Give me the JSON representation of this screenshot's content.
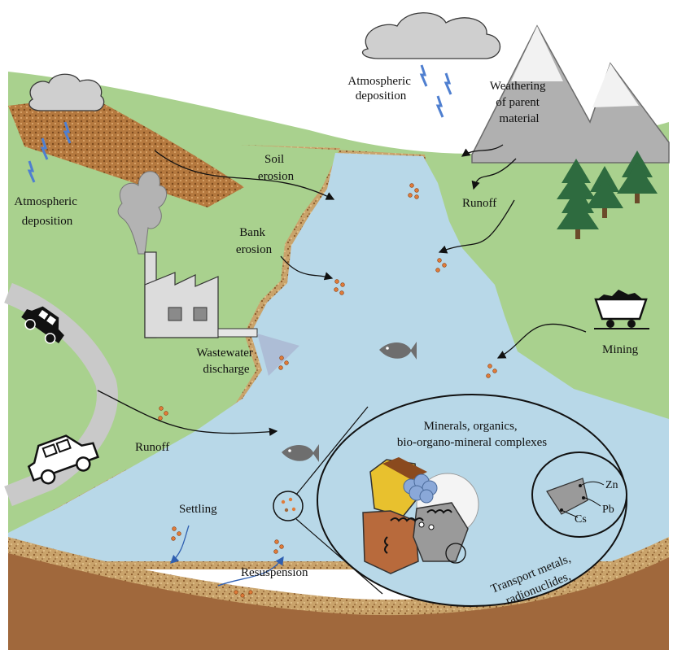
{
  "labels": {
    "atmospheric_deposition_top": [
      "Atmospheric",
      "deposition"
    ],
    "atmospheric_deposition_left": [
      "Atmospheric",
      "deposition"
    ],
    "weathering": [
      "Weathering",
      "of parent",
      "material"
    ],
    "soil_erosion": [
      "Soil",
      "erosion"
    ],
    "bank_erosion": [
      "Bank",
      "erosion"
    ],
    "runoff_right": "Runoff",
    "runoff_left": "Runoff",
    "wastewater": [
      "Wastewater",
      "discharge"
    ],
    "mining": "Mining",
    "settling": "Settling",
    "resuspension": "Resuspension",
    "minerals": [
      "Minerals, organics,",
      "bio-organo-mineral complexes"
    ],
    "transport": [
      "Transport metals,",
      "radionuclides,"
    ],
    "zn": "Zn",
    "pb": "Pb",
    "cs": "Cs"
  },
  "colors": {
    "water": "#b8d8e8",
    "grass": "#a9d18e",
    "soil_bank": "#c9a36b",
    "sediment": "#a0683c",
    "mountain": "#b0b0b0",
    "cloud": "#cfcfcf",
    "tree": "#2e6b3f",
    "factory": "#dcdcdc",
    "fish": "#6e6e6e",
    "particle": "#e07b39",
    "rain": "#4f7fd0"
  },
  "icons": [
    "cloud-icon",
    "rain-icon",
    "mountain-icon",
    "tree-icon",
    "factory-icon",
    "smoke-icon",
    "car-icon",
    "fish-icon",
    "mine-cart-icon",
    "particle-cluster-icon",
    "mineral-complex-icon",
    "metal-particle-icon"
  ]
}
